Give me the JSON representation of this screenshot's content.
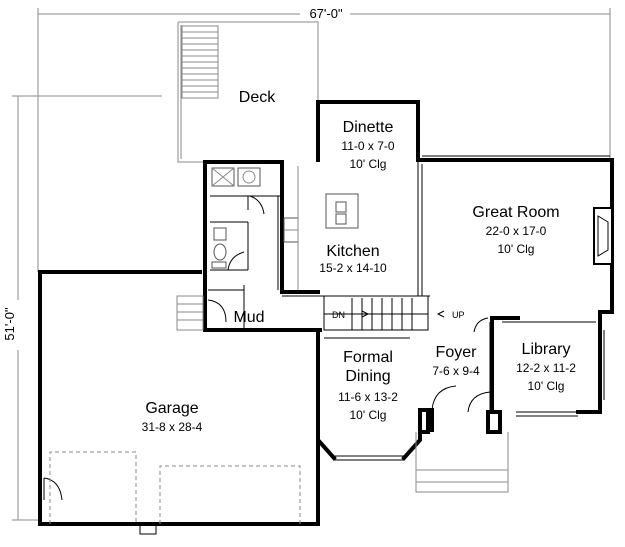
{
  "dimensions": {
    "width_label": "67'-0\"",
    "depth_label": "51'-0\""
  },
  "rooms": {
    "deck": {
      "name": "Deck"
    },
    "dinette": {
      "name": "Dinette",
      "size": "11-0 x 7-0",
      "ceiling": "10' Clg"
    },
    "great_room": {
      "name": "Great Room",
      "size": "22-0 x 17-0",
      "ceiling": "10' Clg"
    },
    "kitchen": {
      "name": "Kitchen",
      "size": "15-2 x 14-10"
    },
    "mud": {
      "name": "Mud"
    },
    "formal_dining": {
      "name_line1": "Formal",
      "name_line2": "Dining",
      "size": "11-6 x 13-2",
      "ceiling": "10' Clg"
    },
    "foyer": {
      "name": "Foyer",
      "size": "7-6 x 9-4"
    },
    "library": {
      "name": "Library",
      "size": "12-2 x 11-2",
      "ceiling": "10' Clg"
    },
    "garage": {
      "name": "Garage",
      "size": "31-8 x 28-4"
    }
  },
  "stairs": {
    "down": "DN",
    "up": "UP"
  }
}
